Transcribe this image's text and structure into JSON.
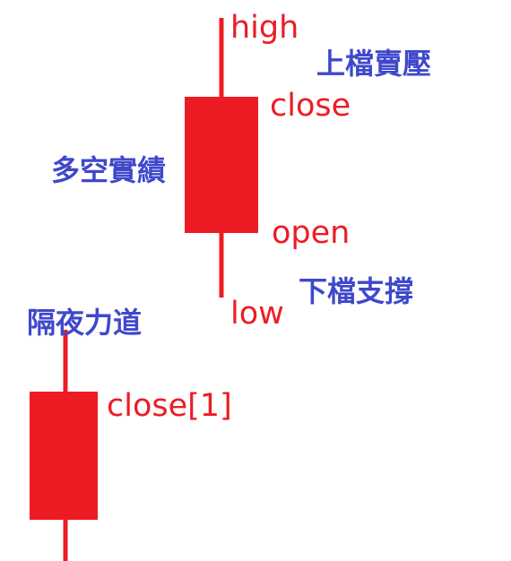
{
  "colors": {
    "candle": "#ed1c24",
    "annotation": "#3f48cc",
    "background": "#ffffff"
  },
  "main_candle": {
    "high_label": "high",
    "close_label": "close",
    "open_label": "open",
    "low_label": "low"
  },
  "annotations": {
    "upper_resistance": "上檔賣壓",
    "body_meaning": "多空實績",
    "lower_support": "下檔支撐",
    "overnight_force": "隔夜力道"
  },
  "prev_candle": {
    "close_label": "close[1]"
  }
}
